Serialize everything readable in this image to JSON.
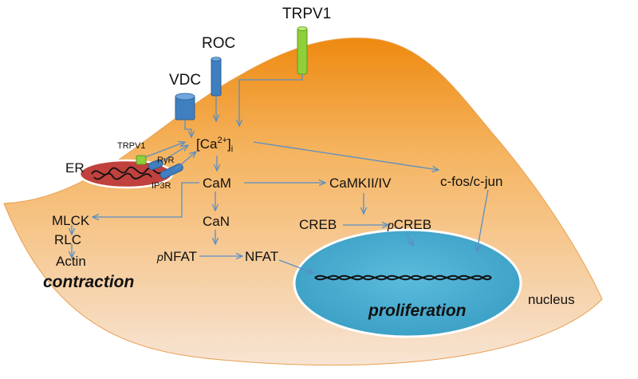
{
  "labels": {
    "trpv1_top": "TRPV1",
    "roc": "ROC",
    "vdc": "VDC",
    "trpv1_er": "TRPV1",
    "ryr": "RyR",
    "ip3r": "IP3R",
    "er": "ER",
    "ca_main": "[Ca",
    "ca_sup": "2+",
    "ca_close": "]",
    "ca_sub": "i",
    "cam": "CaM",
    "camkii": "CaMKII/IV",
    "cfos": "c-fos/c-jun",
    "can": "CaN",
    "creb": "CREB",
    "pcreb_p": "p",
    "pcreb": "CREB",
    "mlck": "MLCK",
    "rlc": "RLC",
    "actin": "Actin",
    "pnfat_p": "p",
    "pnfat": "NFAT",
    "nfat": "NFAT",
    "contraction": "contraction",
    "proliferation": "proliferation",
    "nucleus": "nucleus"
  },
  "colors": {
    "cell_top": "#f0951a",
    "cell_bottom": "#f6ddc6",
    "nucleus": "#4aaed0",
    "er": "#c0413d",
    "channel_blue": "#3f7fc0",
    "channel_green": "#8fcf3a",
    "arrow": "#5a8ec4"
  }
}
